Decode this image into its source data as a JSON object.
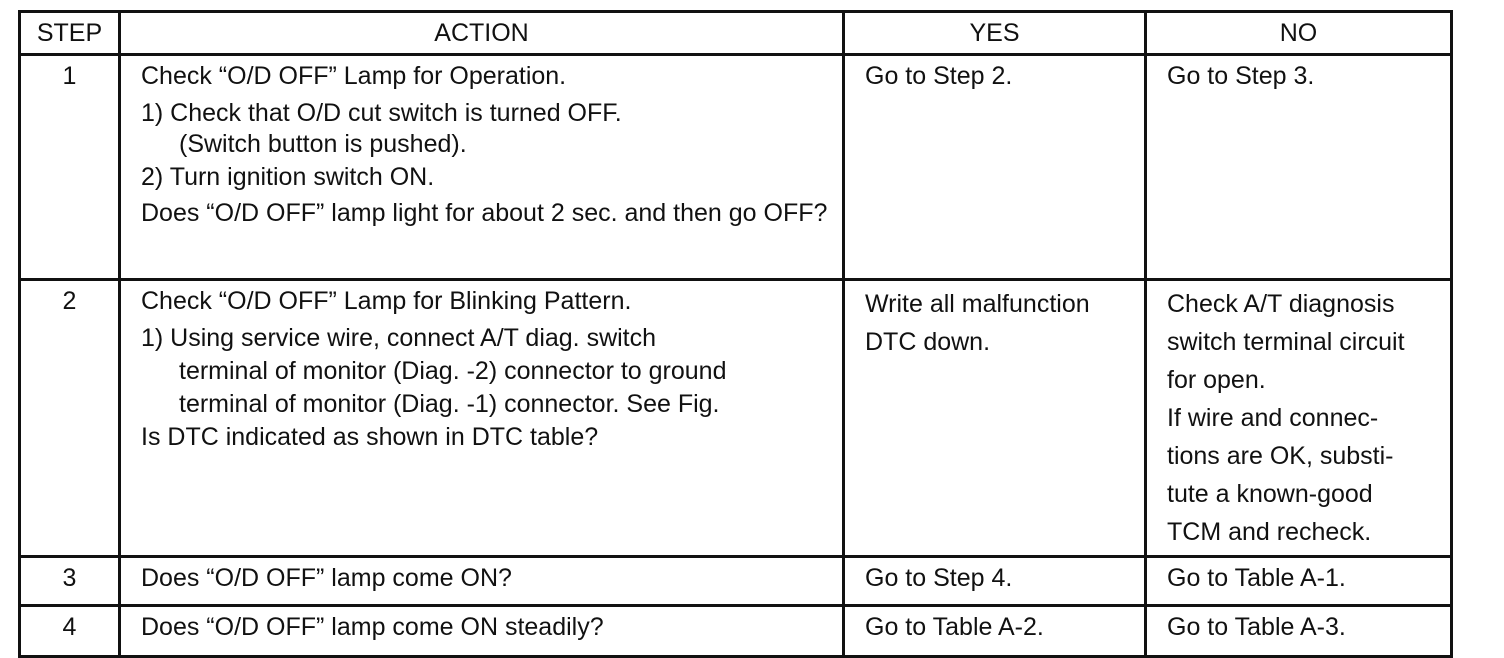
{
  "headers": {
    "step": "STEP",
    "action": "ACTION",
    "yes": "YES",
    "no": "NO"
  },
  "rows": [
    {
      "step": "1",
      "action_title": "Check “O/D OFF” Lamp for Operation.",
      "action_items": [
        "1)  Check that O/D cut switch is turned OFF.",
        "(Switch button is pushed).",
        "2)  Turn ignition switch ON."
      ],
      "action_question": "Does “O/D OFF” lamp light for about 2 sec. and then go OFF?",
      "yes": "Go to Step 2.",
      "no": "Go to Step 3."
    },
    {
      "step": "2",
      "action_title": "Check “O/D OFF” Lamp for Blinking Pattern.",
      "action_items": [
        "1)  Using service wire, connect A/T diag. switch",
        "terminal of monitor (Diag. -2) connector to ground",
        "terminal of monitor (Diag. -1) connector. See Fig."
      ],
      "action_question": "Is DTC indicated as shown in DTC table?",
      "yes": "Write all malfunction DTC down.",
      "no_lines": [
        "Check A/T diagnosis",
        "switch terminal circuit",
        "for open.",
        "If wire and connec-",
        "tions are OK, substi-",
        "tute a known-good",
        "TCM and recheck."
      ]
    },
    {
      "step": "3",
      "action": "Does “O/D OFF” lamp come ON?",
      "yes": "Go to Step 4.",
      "no": "Go to Table A-1."
    },
    {
      "step": "4",
      "action": "Does “O/D OFF” lamp come ON steadily?",
      "yes": "Go to Table A-2.",
      "no": "Go to Table A-3."
    }
  ]
}
